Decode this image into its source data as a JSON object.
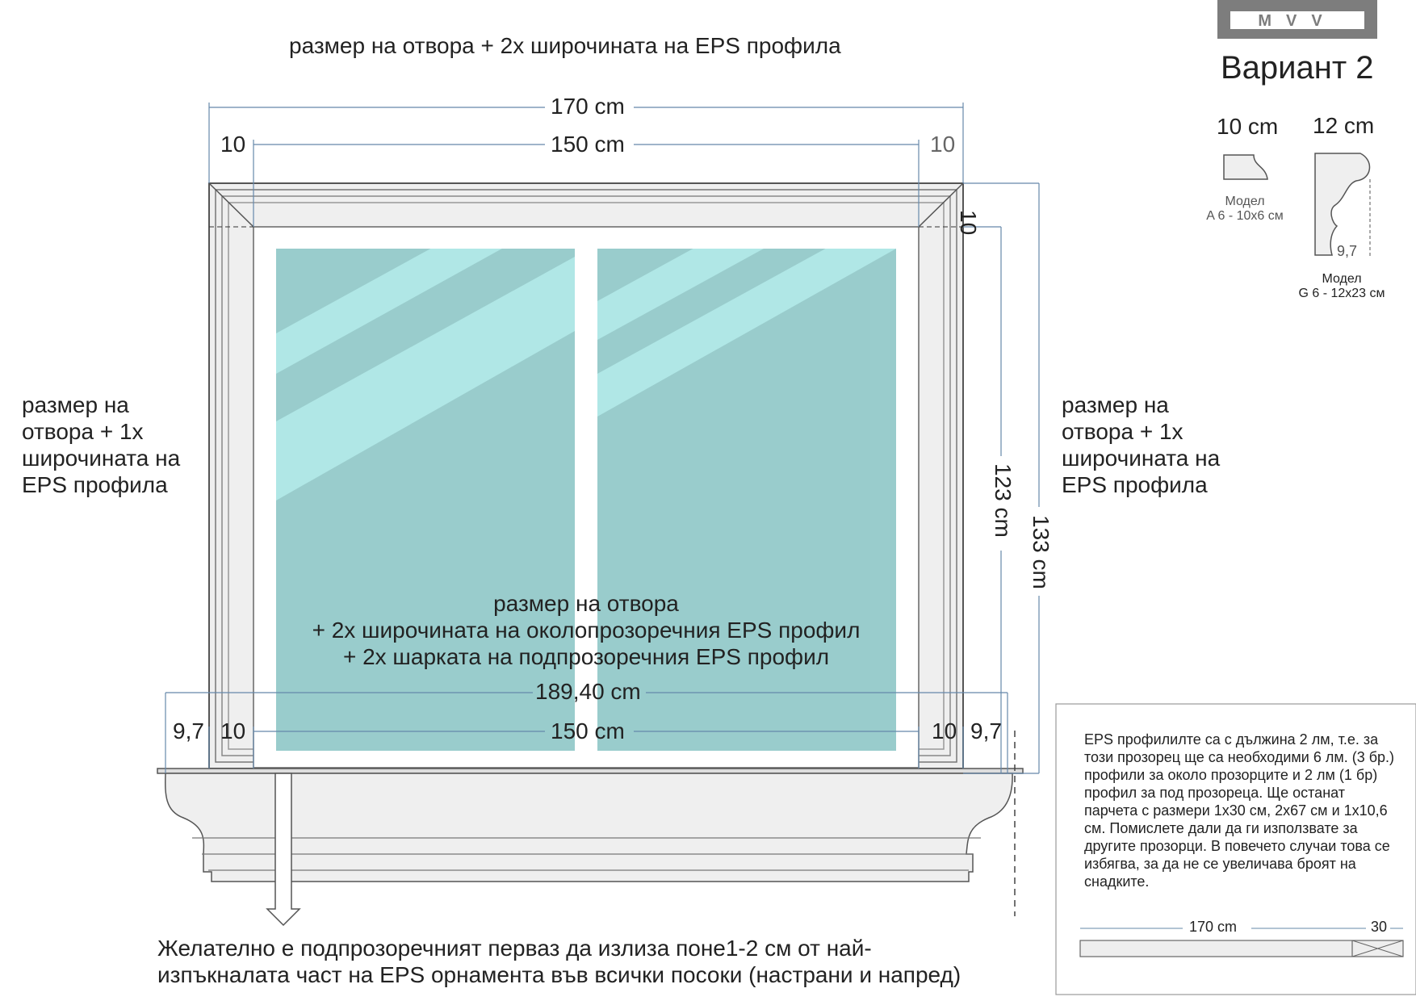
{
  "header": {
    "top_label": "размер на отвора + 2х широчината на EPS профила",
    "variant": "Вариант 2",
    "logo_text": "MVV"
  },
  "dimensions": {
    "total_width": "170 cm",
    "opening_width": "150 cm",
    "frame_left": "10",
    "frame_right": "10",
    "frame_top": "10",
    "opening_height": "123 cm",
    "total_height": "133 cm",
    "sill_total": "189,40 cm",
    "sill_overhang_left": "9,7",
    "sill_frame_left": "10",
    "sill_opening": "150 cm",
    "sill_frame_right": "10",
    "sill_overhang_right": "9,7"
  },
  "side_labels": {
    "left": [
      "размер на",
      "отвора + 1х",
      "широчината на",
      "EPS профила"
    ],
    "right": [
      "размер на",
      "отвора + 1х",
      "широчината на",
      "EPS профила"
    ]
  },
  "center_label": [
    "размер на отвора",
    "+ 2х широчината на околопрозоречния EPS профил",
    "+ 2х шарката на подпрозоречния EPS профил"
  ],
  "profiles": [
    {
      "width": "10 cm",
      "model_line1": "Модел",
      "model_line2": "A 6 - 10x6 см"
    },
    {
      "width": "12 cm",
      "model_line1": "Модел",
      "model_line2": "G 6 - 12x23 см",
      "dim": "9,7"
    }
  ],
  "note": {
    "text": "EPS профилилте са с дължина 2 лм, т.е. за този прозорец ще са необходими 6 лм. (3 бр.) профили за около прозорците и 2 лм (1 бр) профил за под прозореца. Ще останат парчета с размери 1x30 см, 2x67 см и 1x10,6 см. Помислете дали да ги използвате за другите прозорци. В повечето случаи това се избягва, за да не се увеличава броят на снадките.",
    "bar_main": "170 cm",
    "bar_rest": "30"
  },
  "bottom_label": [
    "Желателно е подпрозоречният перваз да излиза поне1-2 см  от най-",
    "изпъкналата част на EPS орнамента във всички посоки (настрани и напред)"
  ],
  "colors": {
    "glass": "#99cccc",
    "glass_highlight": "#b0e7e6",
    "frame": "#e9e9e9",
    "dim_line": "#6688aa"
  }
}
